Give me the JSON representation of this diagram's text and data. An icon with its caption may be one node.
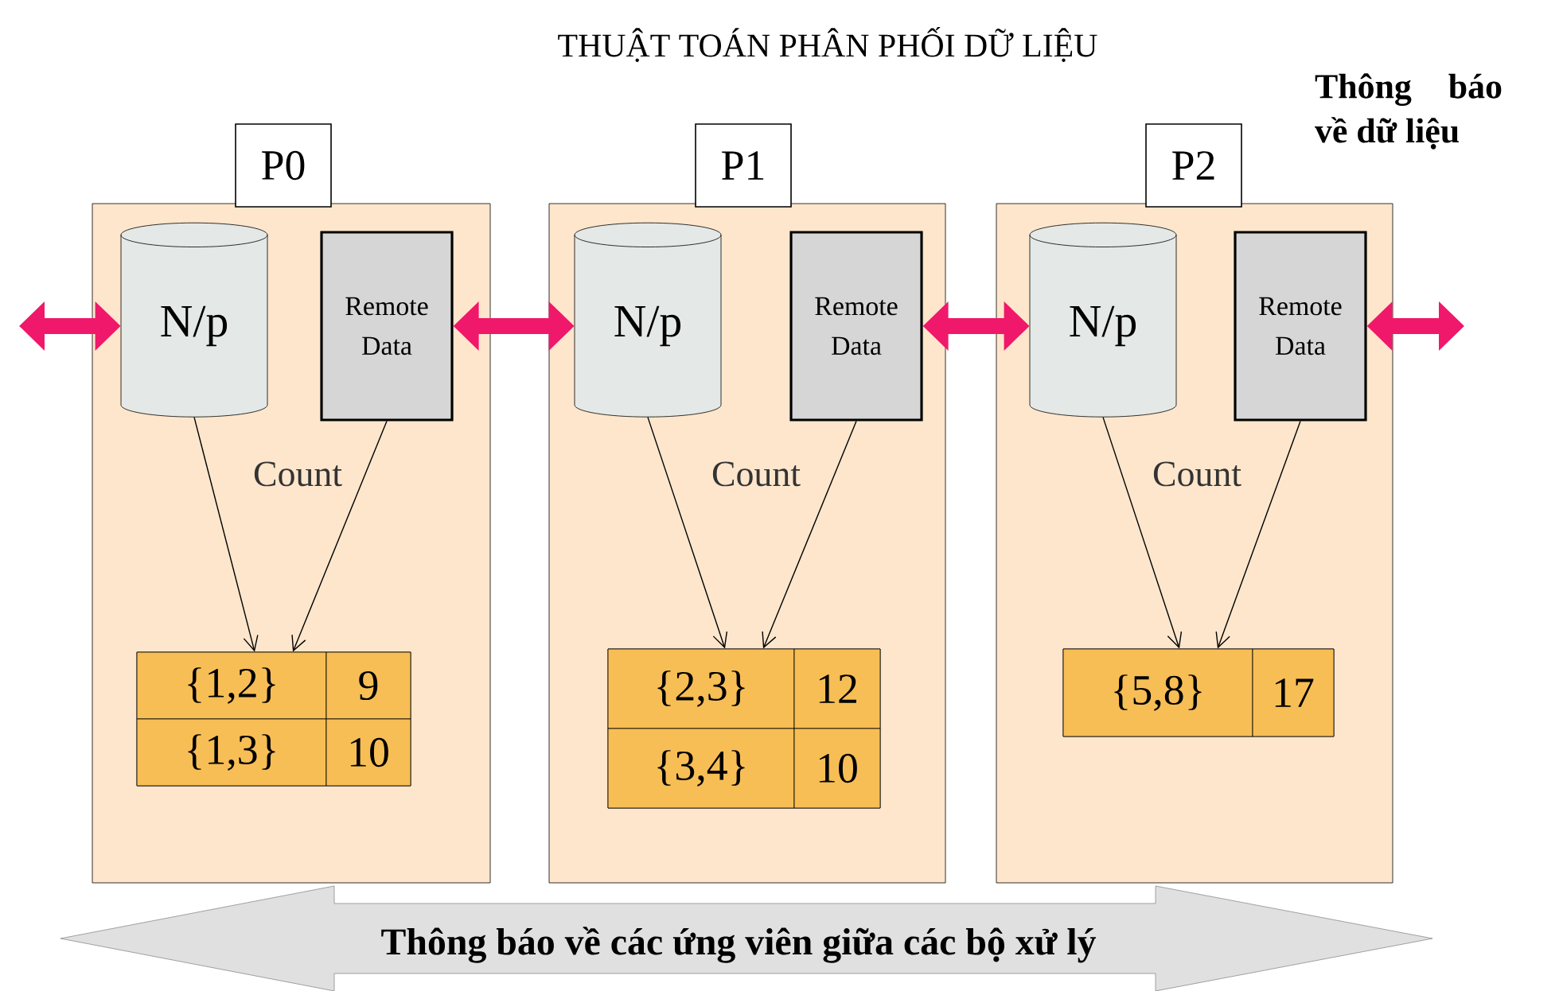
{
  "diagram": {
    "title": "THUẬT TOÁN PHÂN PHỐI DỮ LIỆU",
    "nodes": [
      {
        "text": [
          "P0"
        ]
      },
      {
        "text": [
          "N/p"
        ],
        "in": 0
      },
      {
        "text": [
          "Remote Data"
        ],
        "in": 0
      },
      {
        "text": [
          "{1,2}",
          "9",
          "{1,3}",
          "10"
        ],
        "in": 0
      },
      {
        "text": [
          "P1"
        ]
      },
      {
        "text": [
          "N/p"
        ],
        "in": 4
      },
      {
        "text": [
          "Remote Data"
        ],
        "in": 4
      },
      {
        "text": [
          "{2,3}",
          "12",
          "{3,4}",
          "10"
        ],
        "in": 4
      },
      {
        "text": [
          "P2"
        ]
      },
      {
        "text": [
          "N/p"
        ],
        "in": 8
      },
      {
        "text": [
          "Remote Data"
        ],
        "in": 8
      },
      {
        "text": [
          "{5,8}",
          "17"
        ],
        "in": 8
      },
      {
        "text": [
          "Thông báo về các ứng viên giữa các bộ xử lý"
        ]
      }
    ],
    "edges": [
      {
        "from": 1,
        "to": 3,
        "arrow": "to"
      },
      {
        "from": 2,
        "to": 3,
        "arrow": "to"
      },
      {
        "from": 5,
        "to": 7,
        "arrow": "to"
      },
      {
        "from": 6,
        "to": 7,
        "arrow": "to"
      },
      {
        "from": 9,
        "to": 11,
        "arrow": "to"
      },
      {
        "from": 10,
        "to": 11,
        "arrow": "to"
      },
      {
        "from": null,
        "to": 1,
        "arrow": "both",
        "style": "thick",
        "color": "#f0186a"
      },
      {
        "from": 2,
        "to": 5,
        "arrow": "both",
        "style": "thick",
        "color": "#f0186a"
      },
      {
        "from": 6,
        "to": 9,
        "arrow": "both",
        "style": "thick",
        "color": "#f0186a"
      },
      {
        "from": 10,
        "to": null,
        "arrow": "both",
        "style": "thick",
        "color": "#f0186a"
      }
    ],
    "labels": [
      "Count",
      "Count",
      "Count",
      "Thông báo về dữ liệu"
    ]
  }
}
